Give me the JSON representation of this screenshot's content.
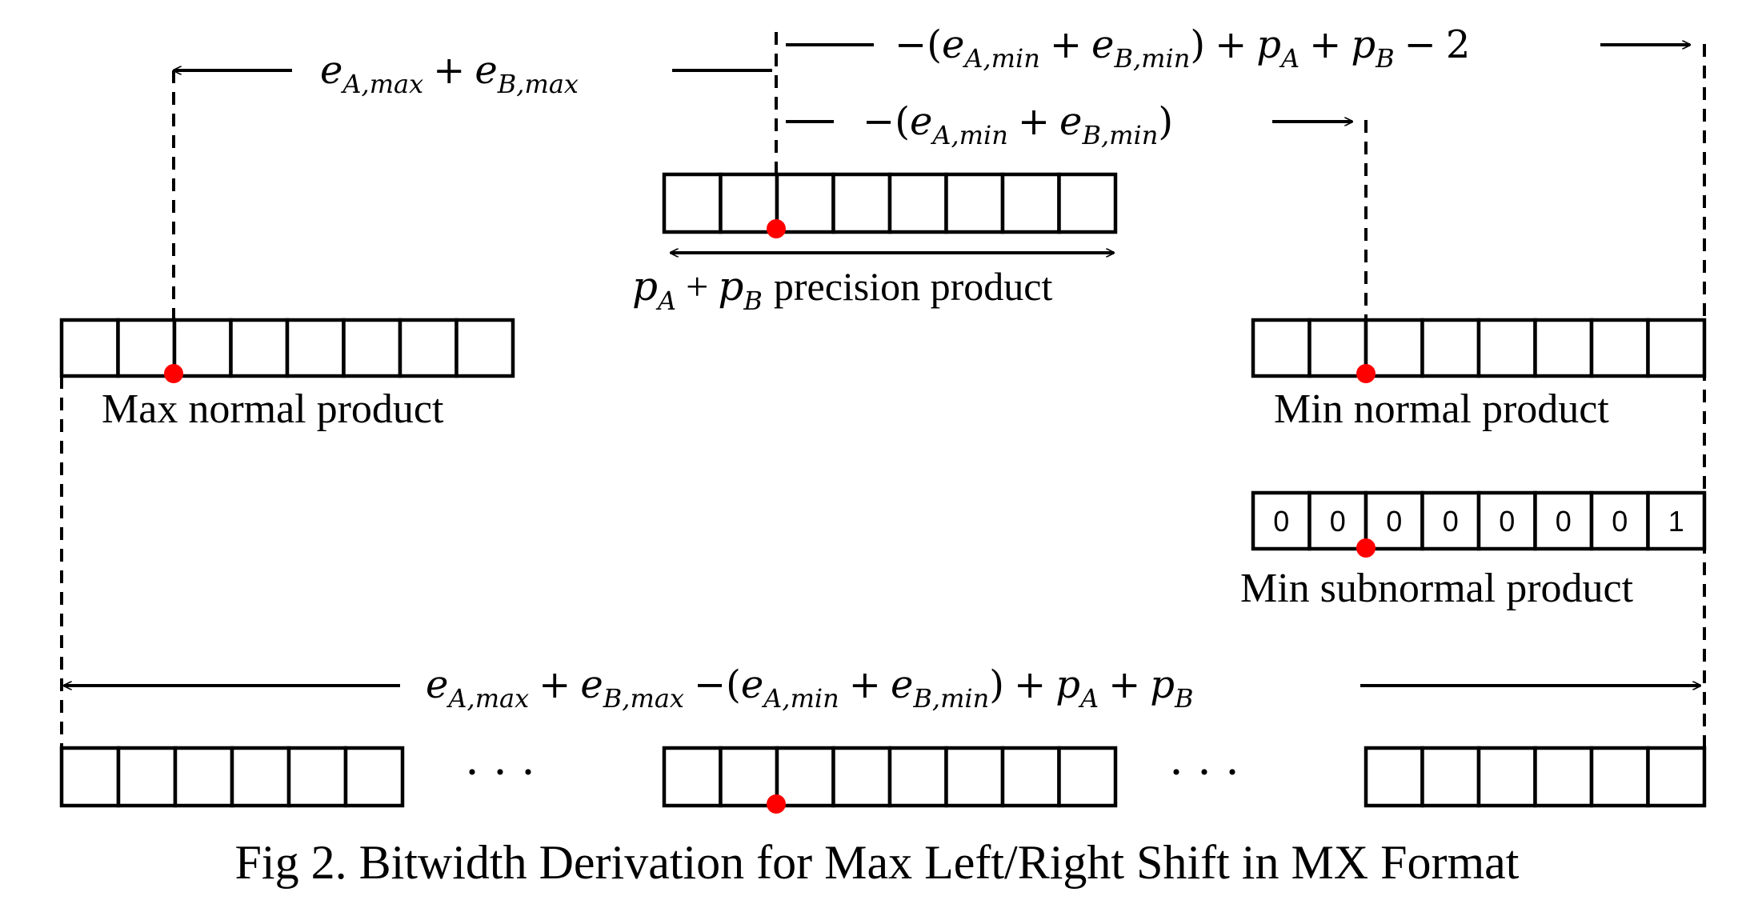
{
  "colors": {
    "point_color": "#ff0000",
    "line_color": "#000000",
    "background": "#ffffff"
  },
  "labels": {
    "top_left_arrow": "e_{A,max} + e_{B,max}",
    "top_right_arrow": "−(e_{A,min} + e_{B,min}) + p_A + p_B − 2",
    "mid_right_arrow": "−(e_{A,min} + e_{B,min})",
    "precision_product": "p_A + p_B precision product",
    "max_normal": "Max normal product",
    "min_normal": "Min normal product",
    "min_subnormal": "Min subnormal product",
    "total_width": "e_{A,max} + e_{B,max} −(e_{A,min} + e_{B,min}) + p_A + p_B",
    "ellipsis": "· · ·"
  },
  "subnormal_bits": [
    "0",
    "0",
    "0",
    "0",
    "0",
    "0",
    "0",
    "1"
  ],
  "caption": "Fig 2. Bitwidth Derivation for Max Left/Right Shift in MX Format"
}
